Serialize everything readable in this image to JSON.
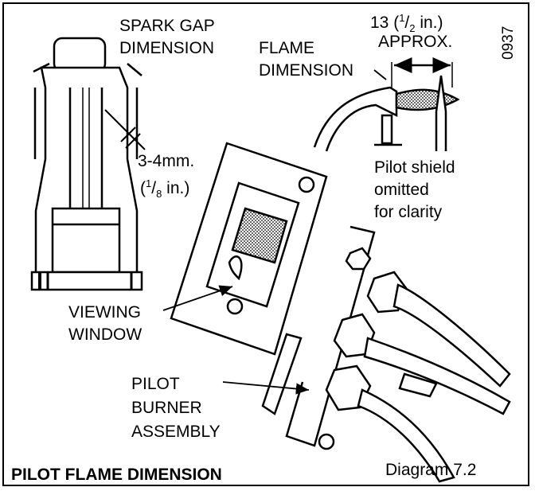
{
  "doc_id": "0937",
  "labels": {
    "spark_gap_line1": "SPARK GAP",
    "spark_gap_line2": "DIMENSION",
    "gap_mm": "3-4mm.",
    "gap_in_open": "(",
    "gap_in_num": "1",
    "gap_in_den": "8",
    "gap_in_close": " in.)",
    "flame_line1": "FLAME",
    "flame_line2": "DIMENSION",
    "approx_prefix": "13 (",
    "approx_num": "1",
    "approx_den": "2",
    "approx_suffix": " in.)",
    "approx_line2": "APPROX.",
    "pilot_shield_line1": "Pilot shield",
    "pilot_shield_line2": "omitted",
    "pilot_shield_line3": "for clarity",
    "viewing_line1": "VIEWING",
    "viewing_line2": "WINDOW",
    "pilot_line1": "PILOT",
    "pilot_line2": "BURNER",
    "pilot_line3": "ASSEMBLY",
    "title": "PILOT FLAME DIMENSION",
    "diagram_ref": "Diagram 7.2"
  }
}
